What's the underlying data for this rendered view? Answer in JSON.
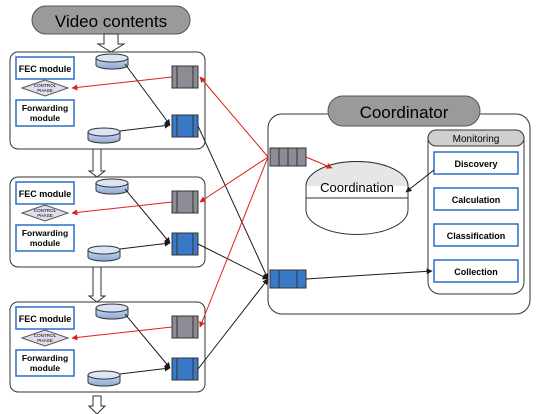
{
  "title": "Video contents",
  "nodes": [
    {
      "fec_label": "FEC module",
      "phase_label": "CONTROL\nPHASE",
      "forward_label": "Forwarding\nmodule"
    },
    {
      "fec_label": "FEC module",
      "phase_label": "CONTROL\nPHASE",
      "forward_label": "Forwarding\nmodule"
    },
    {
      "fec_label": "FEC module",
      "phase_label": "CONTROL\nPHASE",
      "forward_label": "Forwarding\nmodule"
    }
  ],
  "coordinator": {
    "title": "Coordinator",
    "coordination_label": "Coordination",
    "monitoring": {
      "title": "Monitoring",
      "items": [
        "Discovery",
        "Calculation",
        "Classification",
        "Collection"
      ]
    }
  },
  "colors": {
    "control_arrow": "#e0201a",
    "data_arrow": "#1a1a1a",
    "queue_blue": "#3a78c8",
    "queue_gray": "#8c8c94",
    "module_border": "#2a6fc9",
    "diamond_fill": "#e2dcee",
    "header_fill": "#9a9a9a"
  }
}
